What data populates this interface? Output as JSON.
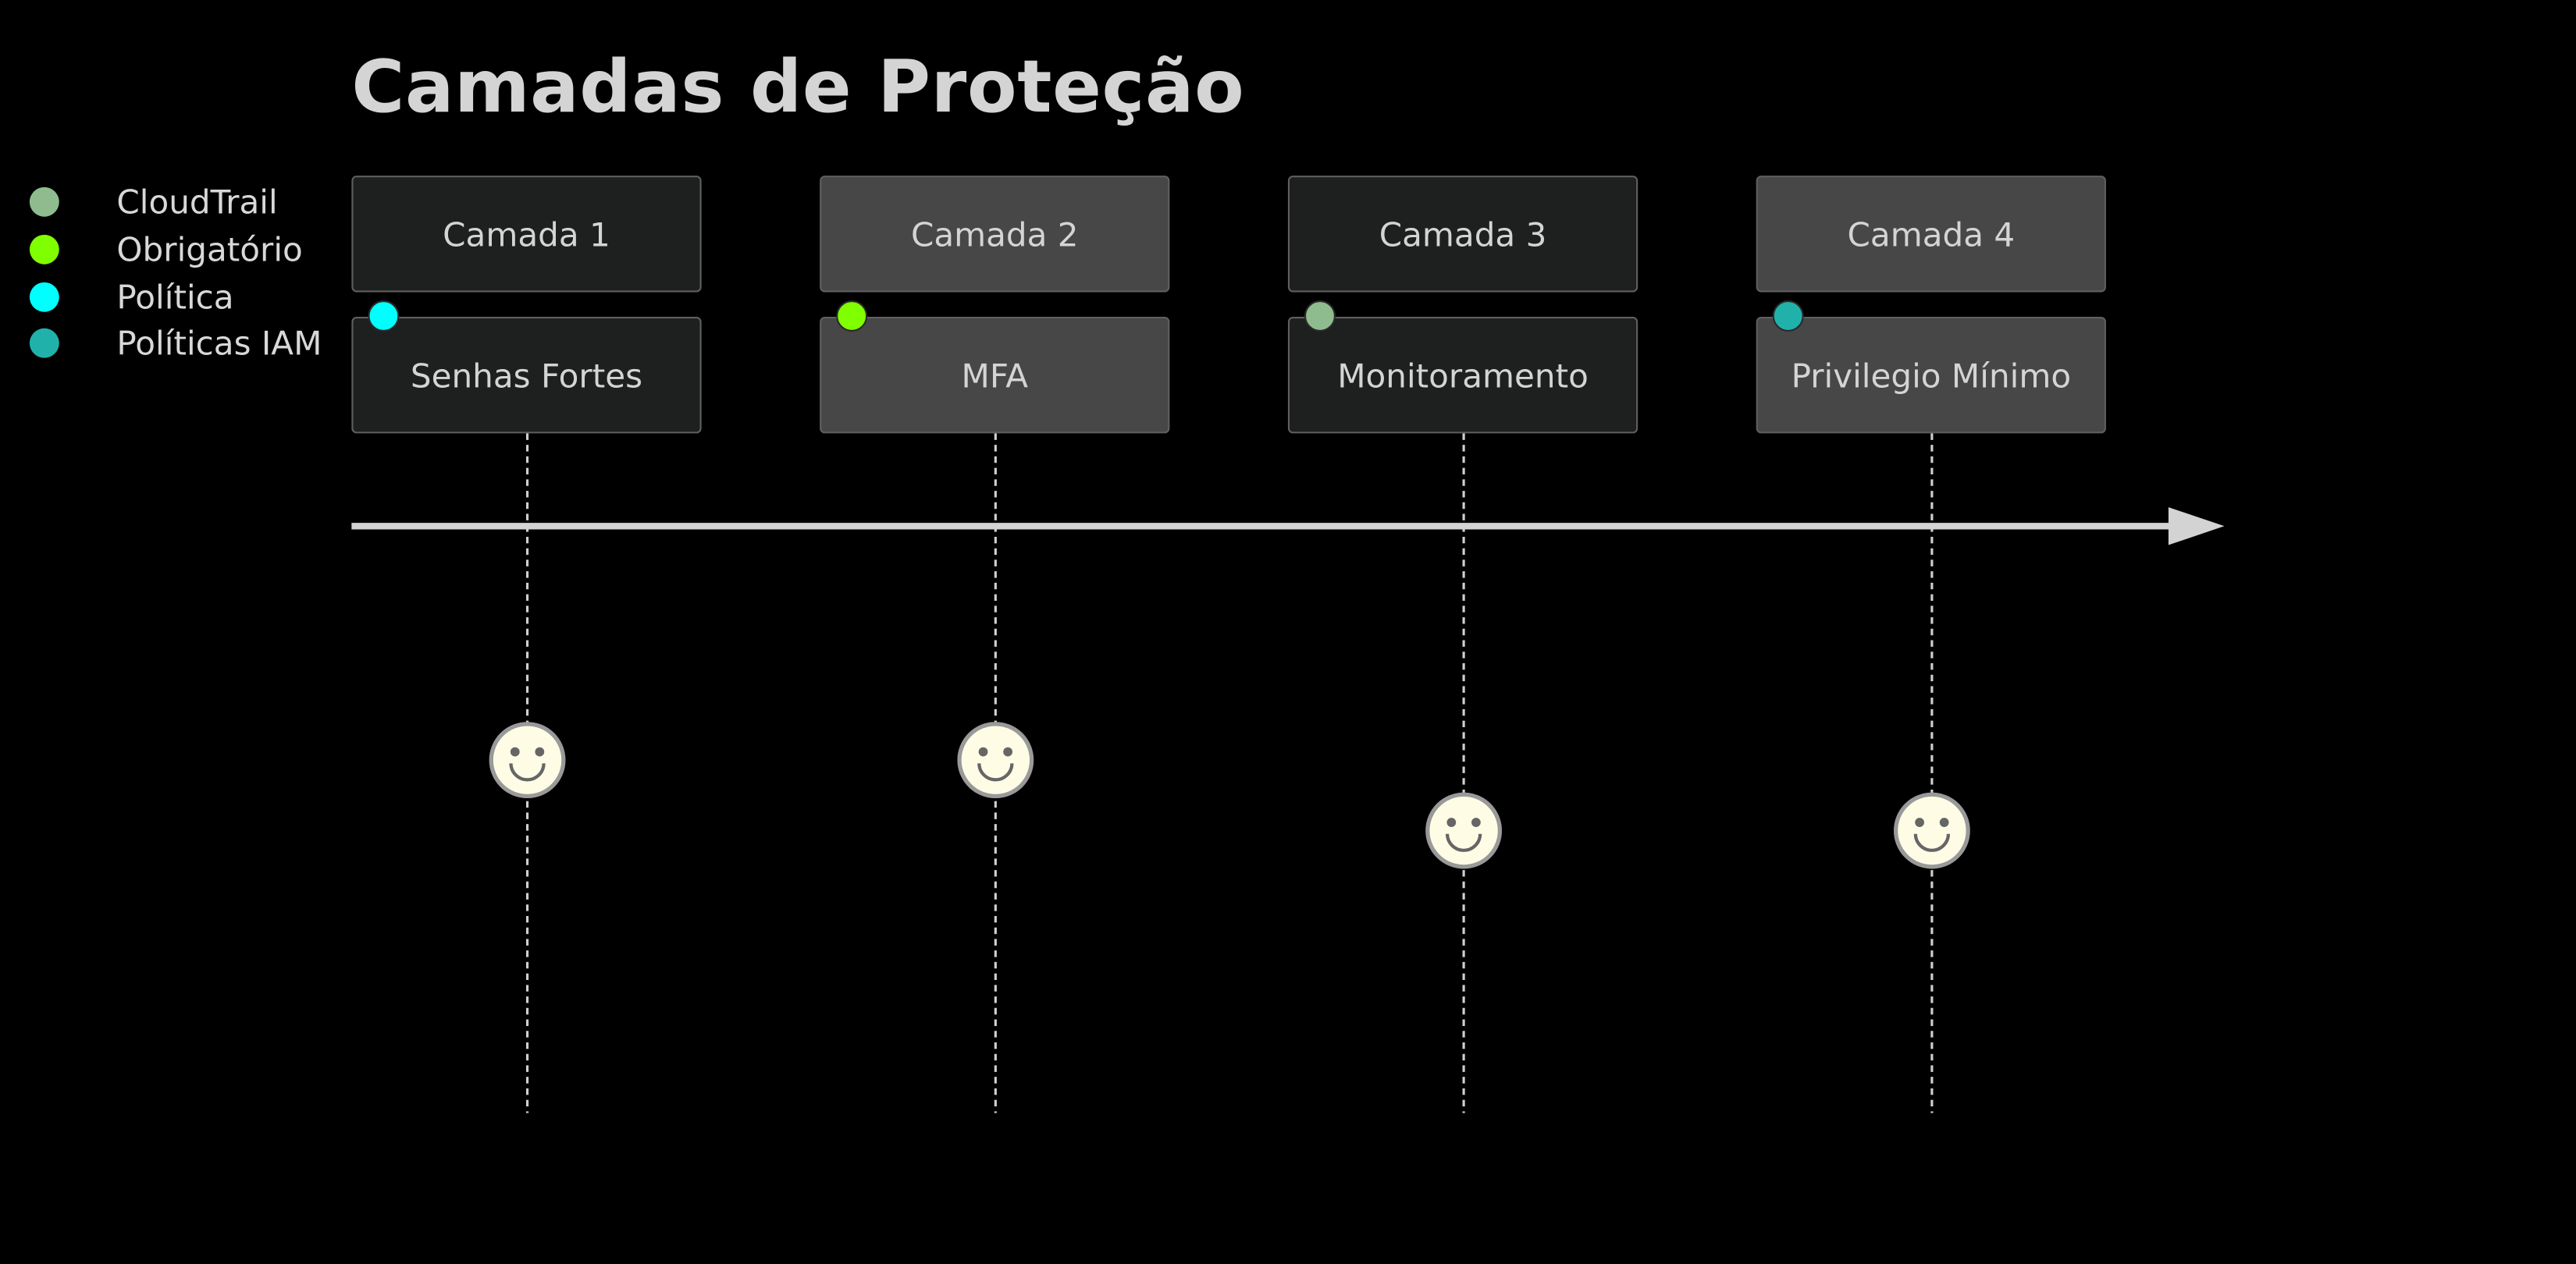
{
  "title": "Camadas de Proteção",
  "legend": [
    {
      "label": "CloudTrail",
      "color": "#8fbc8f"
    },
    {
      "label": "Obrigatório",
      "color": "#7fff00"
    },
    {
      "label": "Política",
      "color": "#00ffff"
    },
    {
      "label": "Políticas IAM",
      "color": "#20b2aa"
    }
  ],
  "sections": [
    {
      "label": "Camada 1",
      "shade": "dark"
    },
    {
      "label": "Camada 2",
      "shade": "mid"
    },
    {
      "label": "Camada 3",
      "shade": "dark"
    },
    {
      "label": "Camada 4",
      "shade": "mid"
    }
  ],
  "tasks": [
    {
      "label": "Senhas Fortes",
      "tag_color": "#00ffff",
      "score": 5
    },
    {
      "label": "MFA",
      "tag_color": "#7fff00",
      "score": 5
    },
    {
      "label": "Monitoramento",
      "tag_color": "#8fbc8f",
      "score": 4
    },
    {
      "label": "Privilegio Mínimo",
      "tag_color": "#20b2aa",
      "score": 4
    }
  ],
  "colors": {
    "background": "#000000",
    "text": "#d4d4d4",
    "axis": "#d3d3d3",
    "face_fill": "#fffce6",
    "face_stroke": "#999999"
  },
  "icons": {
    "face": "smiley-face-icon"
  }
}
